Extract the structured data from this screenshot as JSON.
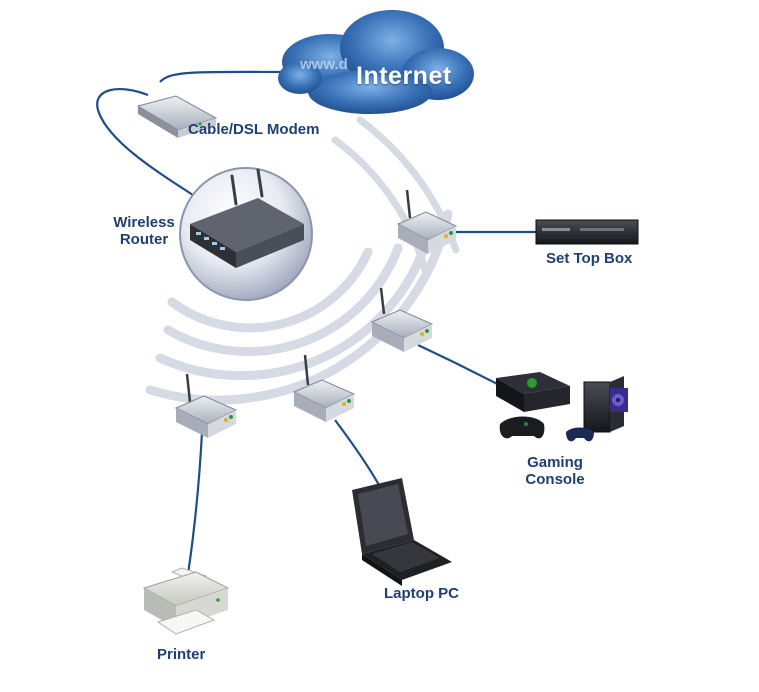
{
  "diagram": {
    "internet": {
      "label": "Internet",
      "watermark": "www.d"
    },
    "nodes": {
      "modem": {
        "label": "Cable/DSL Modem"
      },
      "router": {
        "line1": "Wireless",
        "line2": "Router"
      },
      "set_top_box": {
        "label": "Set Top Box"
      },
      "gaming_console": {
        "line1": "Gaming",
        "line2": "Console"
      },
      "laptop": {
        "label": "Laptop PC"
      },
      "printer": {
        "label": "Printer"
      }
    },
    "colors": {
      "label": "#1f3f73",
      "cable": "#1e4d87",
      "cloud": "#3a73b8",
      "wave": "#d4d8e3"
    }
  }
}
